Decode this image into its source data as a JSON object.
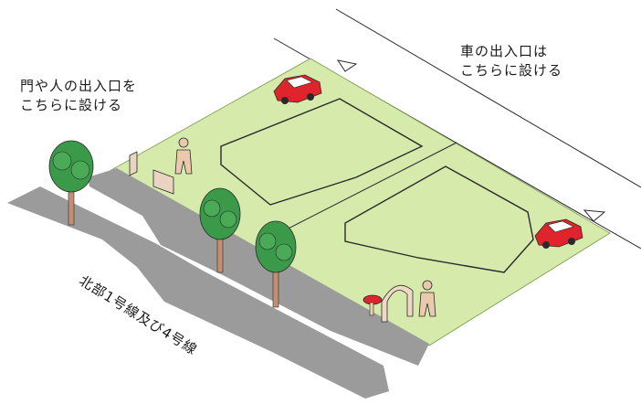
{
  "labels": {
    "gate_entrance": [
      "門や人の出入口を",
      "こちらに設ける"
    ],
    "car_entrance": [
      "車の出入口は",
      "こちらに設ける"
    ],
    "road_name": "北部1号線及び4号線"
  },
  "colors": {
    "lawn": "#d6eaac",
    "road": "#9b9b9b",
    "outline": "#2a2a2a",
    "car": "#e0242c",
    "tree_foliage": "#3a9a4a",
    "trunk": "#c09070",
    "person": "#eac9ad",
    "arch": "#f0d8c4"
  },
  "icons": [
    "car-icon",
    "tree-icon",
    "person-icon",
    "arch-gate-icon",
    "mailbox-icon",
    "flag-marker-icon",
    "gate-panel-icon"
  ]
}
